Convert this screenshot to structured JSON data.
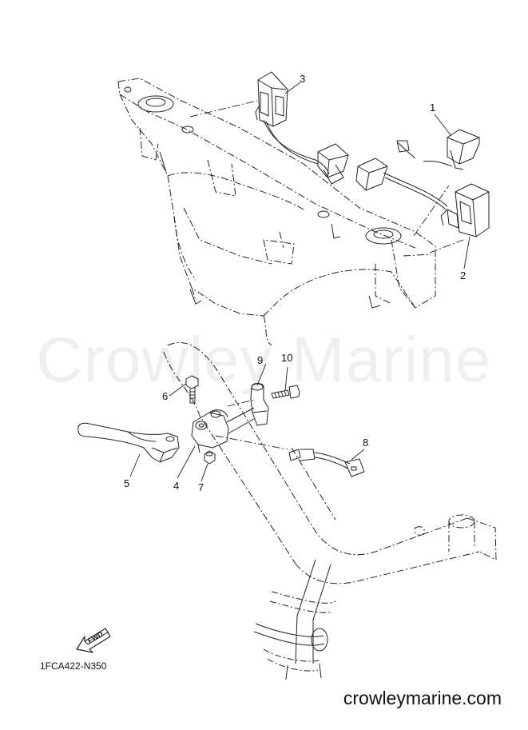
{
  "watermark": "Crowley Marine",
  "callouts": [
    "1",
    "2",
    "3",
    "4",
    "5",
    "6",
    "7",
    "8",
    "9",
    "10"
  ],
  "fwd_label": "FWD",
  "diagram_code": "1FCA422-N350",
  "site_url": "crowleymarine.com",
  "colors": {
    "line": "#222222",
    "text": "#111111",
    "watermark": "#ebebeb"
  }
}
